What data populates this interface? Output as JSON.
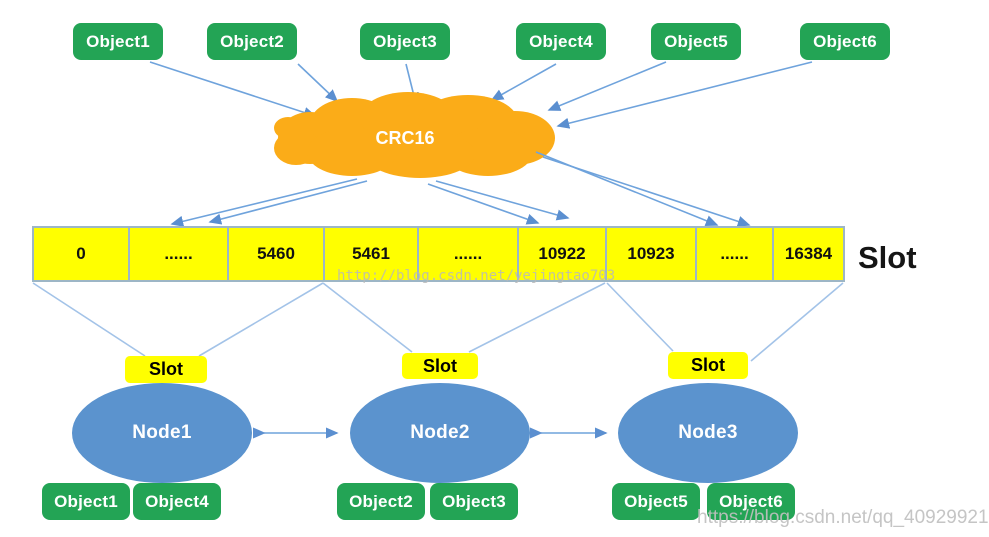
{
  "diagram": {
    "hash_label": "CRC16",
    "slot_axis_label": "Slot"
  },
  "top_objects": [
    "Object1",
    "Object2",
    "Object3",
    "Object4",
    "Object5",
    "Object6"
  ],
  "slot_table": {
    "cells": [
      "0",
      "......",
      "5460",
      "5461",
      "......",
      "10922",
      "10923",
      "......",
      "16384"
    ]
  },
  "slot_badges": [
    "Slot",
    "Slot",
    "Slot"
  ],
  "nodes": [
    {
      "label": "Node1",
      "objects": [
        "Object1",
        "Object4"
      ]
    },
    {
      "label": "Node2",
      "objects": [
        "Object2",
        "Object3"
      ]
    },
    {
      "label": "Node3",
      "objects": [
        "Object5",
        "Object6"
      ]
    }
  ],
  "watermarks": {
    "center": "http://blog.csdn.net/yejingtao703",
    "bottom_right": "https://blog.csdn.net/qq_40929921"
  },
  "colors": {
    "object_green": "#23a455",
    "cloud_orange": "#fbac18",
    "slot_yellow": "#ffff00",
    "node_blue": "#5b93ce",
    "arrow_blue": "#5b8fd0"
  }
}
